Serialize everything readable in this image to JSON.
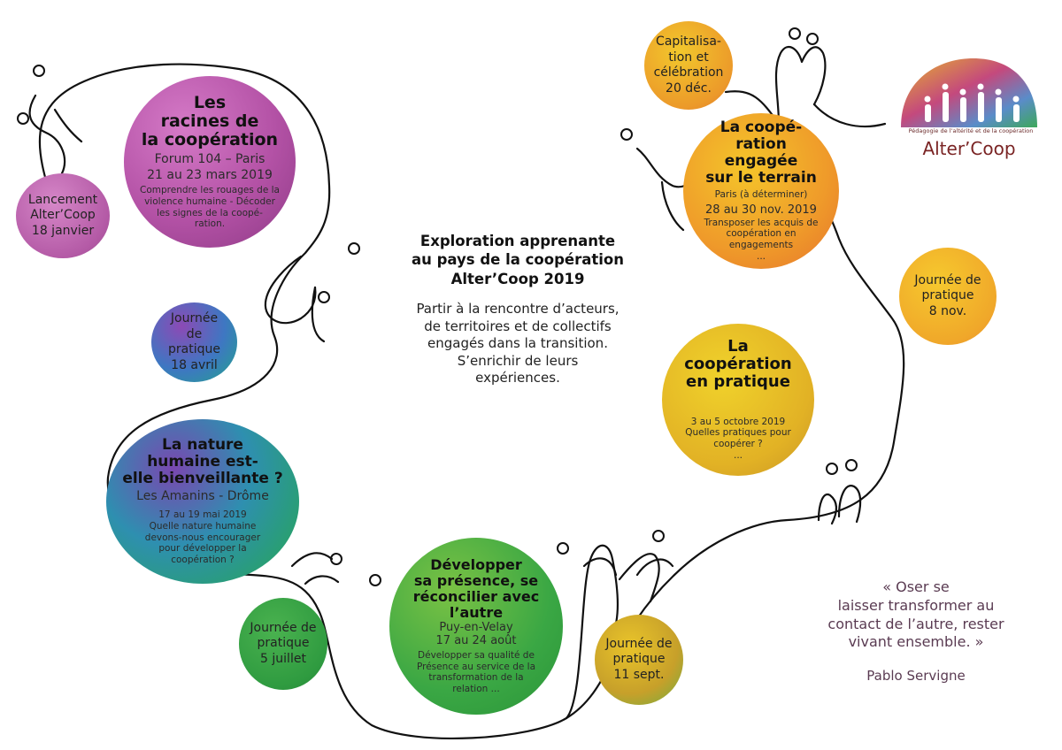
{
  "intro": {
    "title_line1": "Exploration apprenante",
    "title_line2": "au pays de la coopération",
    "title_line3": "Alter’Coop 2019",
    "desc_line1": "Partir à la rencontre d’acteurs,",
    "desc_line2": "de territoires et de collectifs",
    "desc_line3": "engagés dans la transition.",
    "desc_line4": "S’enrichir de leurs",
    "desc_line5": "expériences."
  },
  "events": {
    "racines": {
      "title": [
        "Les",
        "racines de",
        "la coopération"
      ],
      "place": "Forum 104 – Paris",
      "date": "21 au 23 mars 2019",
      "desc": [
        "Comprendre les rouages de la",
        "violence humaine - Décoder",
        "les signes de la coopé-",
        "ration."
      ]
    },
    "nature": {
      "title": [
        "La nature",
        "humaine est-",
        "elle bienveillante ?"
      ],
      "place": "Les Amanins - Drôme",
      "date": "17 au 19 mai 2019",
      "desc": [
        "Quelle nature humaine",
        "devons-nous encourager",
        "pour développer la",
        "coopération ?"
      ]
    },
    "developper": {
      "title": [
        "Développer",
        "sa présence, se",
        "réconcilier avec l’autre"
      ],
      "place": "Puy-en-Velay",
      "date": "17 au 24 août",
      "desc": [
        "Développer sa qualité de",
        "Présence au service de la",
        "transformation de la",
        "relation ..."
      ]
    },
    "pratique": {
      "title": [
        "La",
        "coopération",
        "en pratique"
      ],
      "date": "3 au 5 octobre 2019",
      "desc": [
        "Quelles pratiques pour",
        "coopérer ?",
        "..."
      ]
    },
    "terrain": {
      "title": [
        "La coopé-",
        "ration engagée",
        "sur le terrain"
      ],
      "place": "Paris (à déterminer)",
      "date": "28 au 30 nov. 2019",
      "desc": [
        "Transposer les acquis de",
        "coopération en",
        "engagements",
        "..."
      ]
    }
  },
  "small_circles": {
    "lancement": [
      "Lancement",
      "Alter’Coop",
      "18 janvier"
    ],
    "avril": [
      "Journée de",
      "pratique",
      "18 avril"
    ],
    "juillet": [
      "Journée de",
      "pratique",
      "5 juillet"
    ],
    "sept": [
      "Journée de",
      "pratique",
      "11 sept."
    ],
    "nov8": [
      "Journée de",
      "pratique",
      "8 nov."
    ],
    "capi": [
      "Capitalisa-",
      "tion et",
      "célébration",
      "20 déc."
    ]
  },
  "quote": {
    "lines": [
      "« Oser se",
      "laisser transformer au",
      "contact de l’autre, rester",
      "vivant ensemble. »"
    ],
    "author": "Pablo Servigne"
  },
  "logo": {
    "tagline": "Pédagogie de l’altérité et de la coopération",
    "name": "Alter’Coop"
  }
}
